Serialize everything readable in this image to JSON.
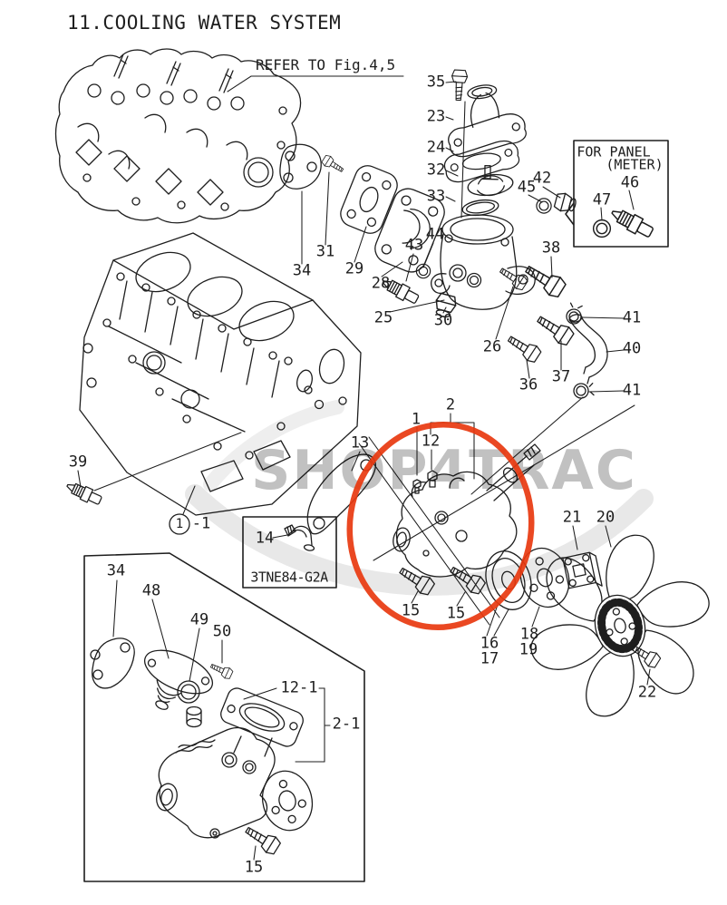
{
  "title": "11.COOLING WATER SYSTEM",
  "refer_note": "REFER TO Fig.4,5",
  "watermark": "SHOP4TRAC",
  "assembly_ref": {
    "circled": "1",
    "suffix": "-1"
  },
  "panel_box": {
    "line1": "FOR PANEL",
    "line2": "(METER)",
    "part_47": "47",
    "part_46": "46"
  },
  "model_box": {
    "part_label": "14",
    "model_code": "3TNE84-G2A"
  },
  "callouts": [
    "35",
    "23",
    "24",
    "32",
    "33",
    "45",
    "42",
    "38",
    "34",
    "31",
    "29",
    "28",
    "25",
    "43",
    "44",
    "30",
    "26",
    "36",
    "37",
    "41",
    "40",
    "41",
    "39",
    "13",
    "1",
    "2",
    "12",
    "15",
    "15",
    "16",
    "17",
    "18",
    "19",
    "21",
    "20",
    "22",
    "34",
    "48",
    "49",
    "50",
    "12-1",
    "2-1",
    "15"
  ],
  "colors": {
    "ink": "#1e1e1e",
    "highlight_red": "#e8380f",
    "watermark_grey": "#b6b6b6",
    "swoosh_grey": "#d5d5d5"
  }
}
